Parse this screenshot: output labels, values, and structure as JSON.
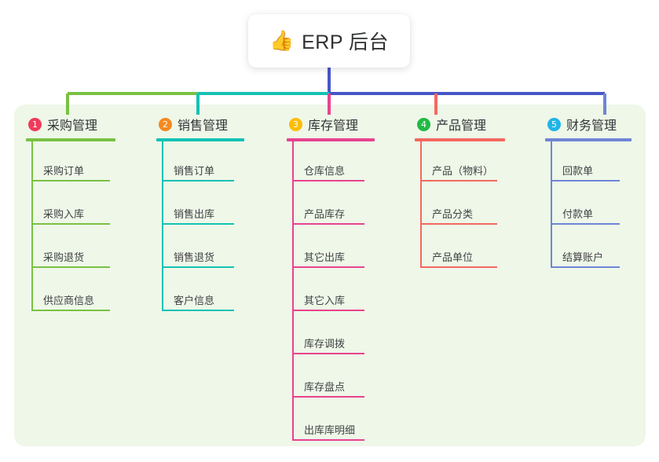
{
  "root": {
    "icon": "thumbs-up-icon",
    "emoji": "👍",
    "title": "ERP 后台"
  },
  "theme": {
    "panel_bg": "#eef7e8",
    "page_bg": "#ffffff",
    "root_stem": "#4656c8",
    "text": "#3d3d3d"
  },
  "columns": [
    {
      "number": "1",
      "title": "采购管理",
      "badge_color": "#ef3b5b",
      "line_color": "#7ac143",
      "trunk_color": "#7ac143",
      "items": [
        {
          "label": "采购订单"
        },
        {
          "label": "采购入库"
        },
        {
          "label": "采购退货"
        },
        {
          "label": "供应商信息"
        }
      ]
    },
    {
      "number": "2",
      "title": "销售管理",
      "badge_color": "#f5891f",
      "line_color": "#13c2b5",
      "trunk_color": "#13c2b5",
      "items": [
        {
          "label": "销售订单"
        },
        {
          "label": "销售出库"
        },
        {
          "label": "销售退货"
        },
        {
          "label": "客户信息"
        }
      ]
    },
    {
      "number": "3",
      "title": "库存管理",
      "badge_color": "#fbbd08",
      "line_color": "#e8438f",
      "trunk_color": "#4656c8",
      "items": [
        {
          "label": "仓库信息"
        },
        {
          "label": "产品库存"
        },
        {
          "label": "其它出库"
        },
        {
          "label": "其它入库"
        },
        {
          "label": "库存调拨"
        },
        {
          "label": "库存盘点"
        },
        {
          "label": "出库库明细"
        }
      ]
    },
    {
      "number": "4",
      "title": "产品管理",
      "badge_color": "#21ba45",
      "line_color": "#f4695f",
      "trunk_color": "#4656c8",
      "items": [
        {
          "label": "产品（物料）"
        },
        {
          "label": "产品分类"
        },
        {
          "label": "产品单位"
        }
      ]
    },
    {
      "number": "5",
      "title": "财务管理",
      "badge_color": "#20b4e8",
      "line_color": "#6f85d6",
      "trunk_color": "#4656c8",
      "items": [
        {
          "label": "回款单"
        },
        {
          "label": "付款单"
        },
        {
          "label": "结算账户"
        }
      ]
    }
  ]
}
